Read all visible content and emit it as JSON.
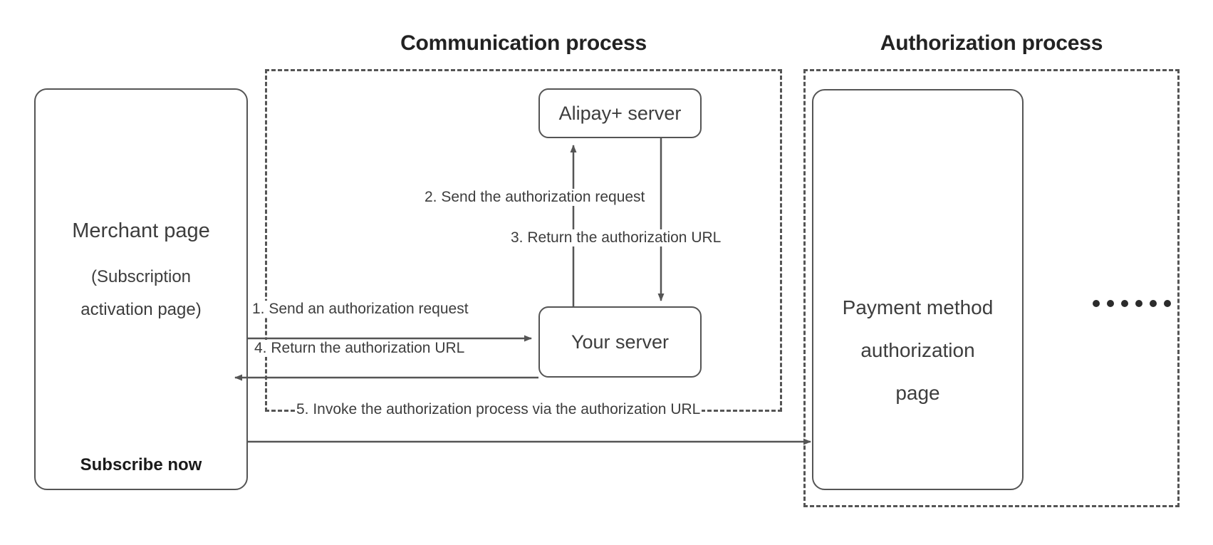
{
  "diagram": {
    "titles": {
      "communication": "Communication process",
      "authorization": "Authorization process"
    },
    "nodes": {
      "merchant": {
        "title": "Merchant page",
        "subtitle_line1": "(Subscription",
        "subtitle_line2": "activation page)",
        "cta": "Subscribe now"
      },
      "alipay_server": {
        "label": "Alipay+ server"
      },
      "your_server": {
        "label": "Your server"
      },
      "payment_method": {
        "line1": "Payment method",
        "line2": "authorization",
        "line3": "page"
      }
    },
    "steps": [
      {
        "id": 1,
        "label": "1. Send an authorization request",
        "from": "merchant",
        "to": "your_server",
        "direction": "right"
      },
      {
        "id": 2,
        "label": "2. Send the authorization request",
        "from": "your_server",
        "to": "alipay_server",
        "direction": "up"
      },
      {
        "id": 3,
        "label": "3. Return the authorization URL",
        "from": "alipay_server",
        "to": "your_server",
        "direction": "down"
      },
      {
        "id": 4,
        "label": "4. Return the authorization URL",
        "from": "your_server",
        "to": "merchant",
        "direction": "left"
      },
      {
        "id": 5,
        "label": "5. Invoke the authorization process via the authorization URL",
        "from": "merchant",
        "to": "authorization_process",
        "direction": "right"
      }
    ],
    "ellipsis": {
      "name": "ellipsis",
      "dot_count": 6
    },
    "colors": {
      "stroke": "#555555",
      "text": "#3d3d3d",
      "title": "#222222",
      "background": "#ffffff",
      "dot": "#2b2b2b"
    }
  }
}
